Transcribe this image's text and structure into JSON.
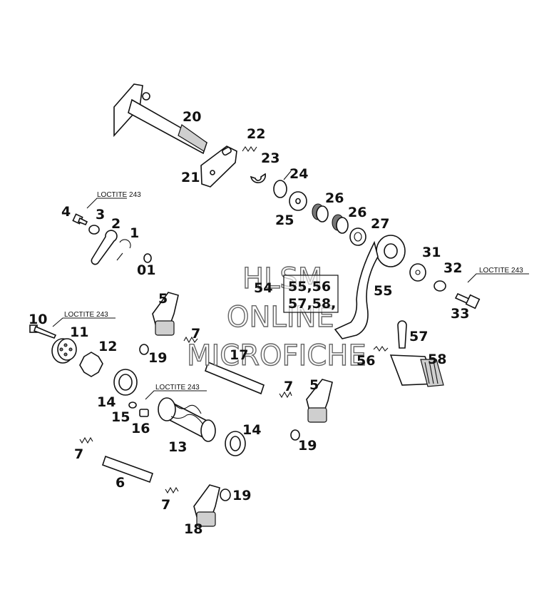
{
  "loctite_label": "LOCTITE 243",
  "watermark": [
    "HLSM",
    "ONLINE",
    "MICROFICHE"
  ],
  "ref_group": [
    "54",
    "55,56",
    "57,58,"
  ],
  "parts": {
    "p20": "20",
    "p21": "21",
    "p22": "22",
    "p23": "23",
    "p24": "24",
    "p25": "25",
    "p26a": "26",
    "p26b": "26",
    "p27": "27",
    "p4": "4",
    "p3": "3",
    "p2": "2",
    "p1": "1",
    "p01": "01",
    "p31": "31",
    "p32": "32",
    "p33": "33",
    "p55": "55",
    "p5a": "5",
    "p10": "10",
    "p11": "11",
    "p7a": "7",
    "p19a": "19",
    "p12": "12",
    "p17": "17",
    "p57": "57",
    "p56": "56",
    "p58": "58",
    "p14a": "14",
    "p15": "15",
    "p16": "16",
    "p13": "13",
    "p14b": "14",
    "p7b": "7",
    "p5b": "5",
    "p19b": "19",
    "p7c": "7",
    "p6": "6",
    "p7d": "7",
    "p19c": "19",
    "p18": "18"
  }
}
